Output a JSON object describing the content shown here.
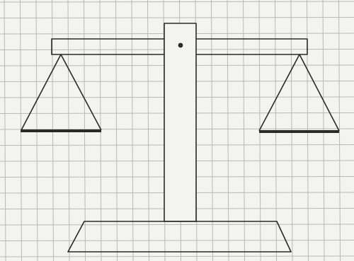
{
  "drawing": {
    "subject": "balance-scale",
    "paper": {
      "background": "#f3f3f1",
      "grid_color": "#b9b9b9"
    },
    "ink_color": "#2a2a2a",
    "parts": [
      "beam",
      "pivot-dot",
      "post",
      "base",
      "left-pan",
      "right-pan"
    ]
  }
}
